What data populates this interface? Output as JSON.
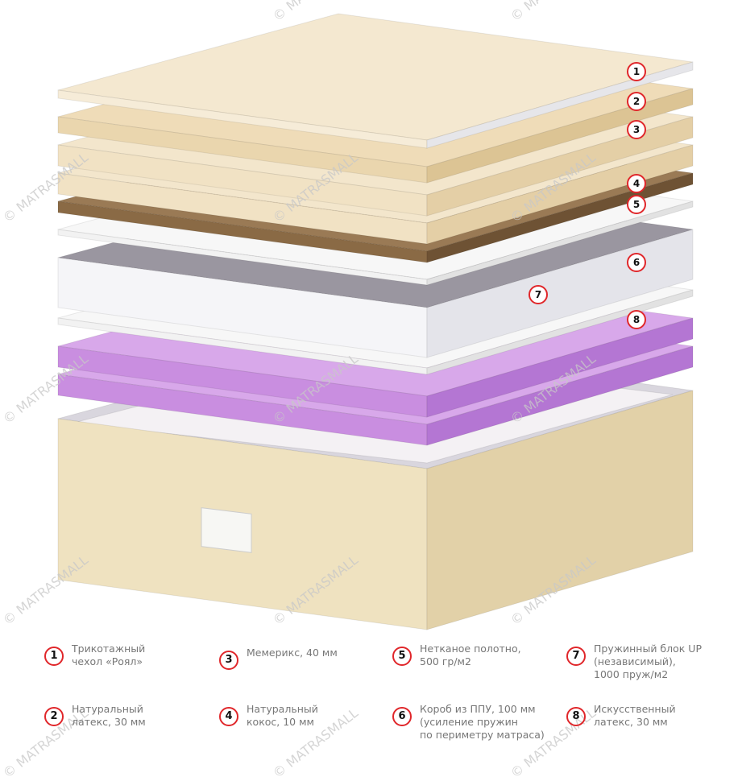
{
  "watermark": "© MATRASMALL",
  "layers": [
    {
      "id": "base-box",
      "color": "#efe2c0",
      "side": "#e2d1a8",
      "top": "#f4f1f4"
    },
    {
      "id": "latex-lower",
      "color": "#c98ee0",
      "side": "#b476d3",
      "top": "#d8a8ea"
    },
    {
      "id": "latex-upper",
      "color": "#c98ee0",
      "side": "#b476d3",
      "top": "#d8a8ea"
    },
    {
      "id": "nonwoven-lower",
      "color": "#f2f2f2",
      "side": "#e2e2e2",
      "top": "#f7f7f7"
    },
    {
      "id": "ppu-box",
      "color": "#f5f5f8",
      "side": "#e4e4ea",
      "top": "#9a96a0"
    },
    {
      "id": "nonwoven-upper",
      "color": "#f2f2f2",
      "side": "#e2e2e2",
      "top": "#f7f7f7"
    },
    {
      "id": "coconut",
      "color": "#8a6a45",
      "side": "#6e5234",
      "top": "#9a7a55"
    },
    {
      "id": "memorix-lower",
      "color": "#f1e2c4",
      "side": "#e4cfa6",
      "top": "#f3e6cc"
    },
    {
      "id": "memorix-upper",
      "color": "#f1e2c4",
      "side": "#e4cfa6",
      "top": "#f3e6cc"
    },
    {
      "id": "natural-latex",
      "color": "#ead6ae",
      "side": "#dcc494",
      "top": "#efdcb8"
    },
    {
      "id": "cover",
      "color": "#f6ecd8",
      "side": "#e6e6ea",
      "top": "#f4e8d0"
    }
  ],
  "callouts": [
    "1",
    "2",
    "3",
    "4",
    "5",
    "6",
    "7",
    "8"
  ],
  "legend": [
    {
      "num": "1",
      "lines": [
        "Трикотажный",
        "чехол «Роял»"
      ]
    },
    {
      "num": "2",
      "lines": [
        "Натуральный",
        "латекс, 30 мм"
      ]
    },
    {
      "num": "3",
      "lines": [
        "Мемерикс, 40 мм"
      ]
    },
    {
      "num": "4",
      "lines": [
        "Натуральный",
        "кокос, 10 мм"
      ]
    },
    {
      "num": "5",
      "lines": [
        "Нетканое полотно,",
        "500 гр/м2"
      ]
    },
    {
      "num": "6",
      "lines": [
        "Короб из ППУ, 100 мм",
        "(усиление пружин",
        "по периметру матраса)"
      ]
    },
    {
      "num": "7",
      "lines": [
        "Пружинный блок UP",
        "(независимый),",
        "1000 пруж/м2"
      ]
    },
    {
      "num": "8",
      "lines": [
        "Искусственный",
        "латекс, 30 мм"
      ]
    }
  ]
}
